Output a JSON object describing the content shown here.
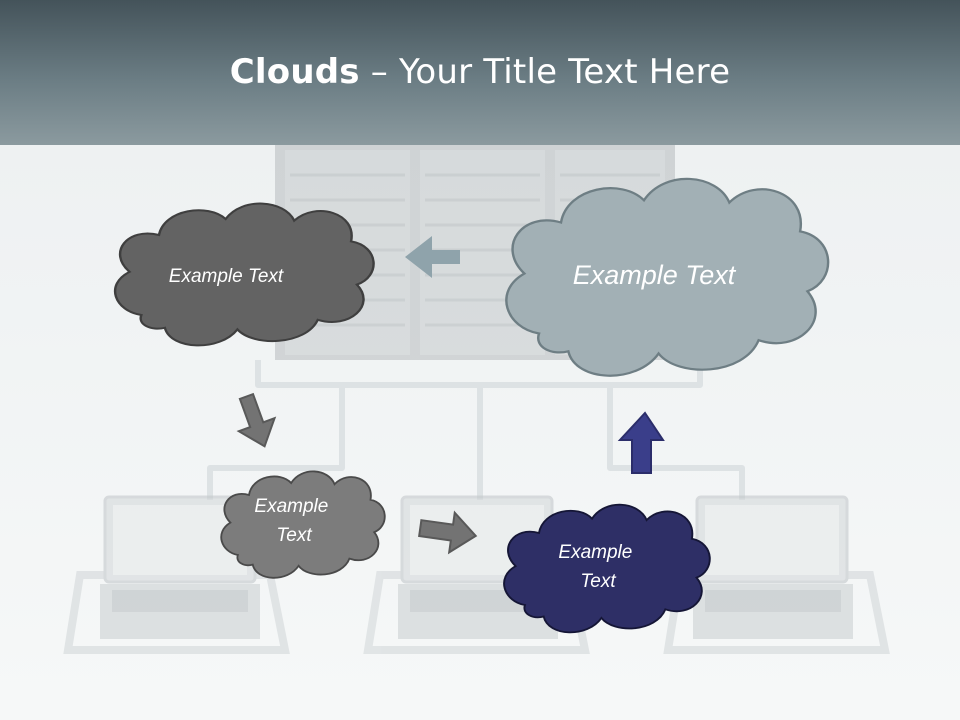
{
  "title": {
    "bold": "Clouds",
    "rest": " – Your Title Text Here"
  },
  "colors": {
    "header_dark": "#44535a",
    "cloud_dark_gray": "#636363",
    "cloud_mid_gray": "#7c7c7c",
    "cloud_blue_gray": "#a2b0b5",
    "cloud_navy": "#2e2f66",
    "arrow_gray": "#737373",
    "arrow_blue_gray": "#8fa3ab",
    "arrow_navy": "#3a3e8a"
  },
  "clouds": [
    {
      "id": "cloud-top-left",
      "lines": [
        "Example Text"
      ]
    },
    {
      "id": "cloud-top-right",
      "lines": [
        "Example Text"
      ]
    },
    {
      "id": "cloud-bottom-left",
      "lines": [
        "Example",
        "Text"
      ]
    },
    {
      "id": "cloud-bottom-right",
      "lines": [
        "Example",
        "Text"
      ]
    }
  ]
}
